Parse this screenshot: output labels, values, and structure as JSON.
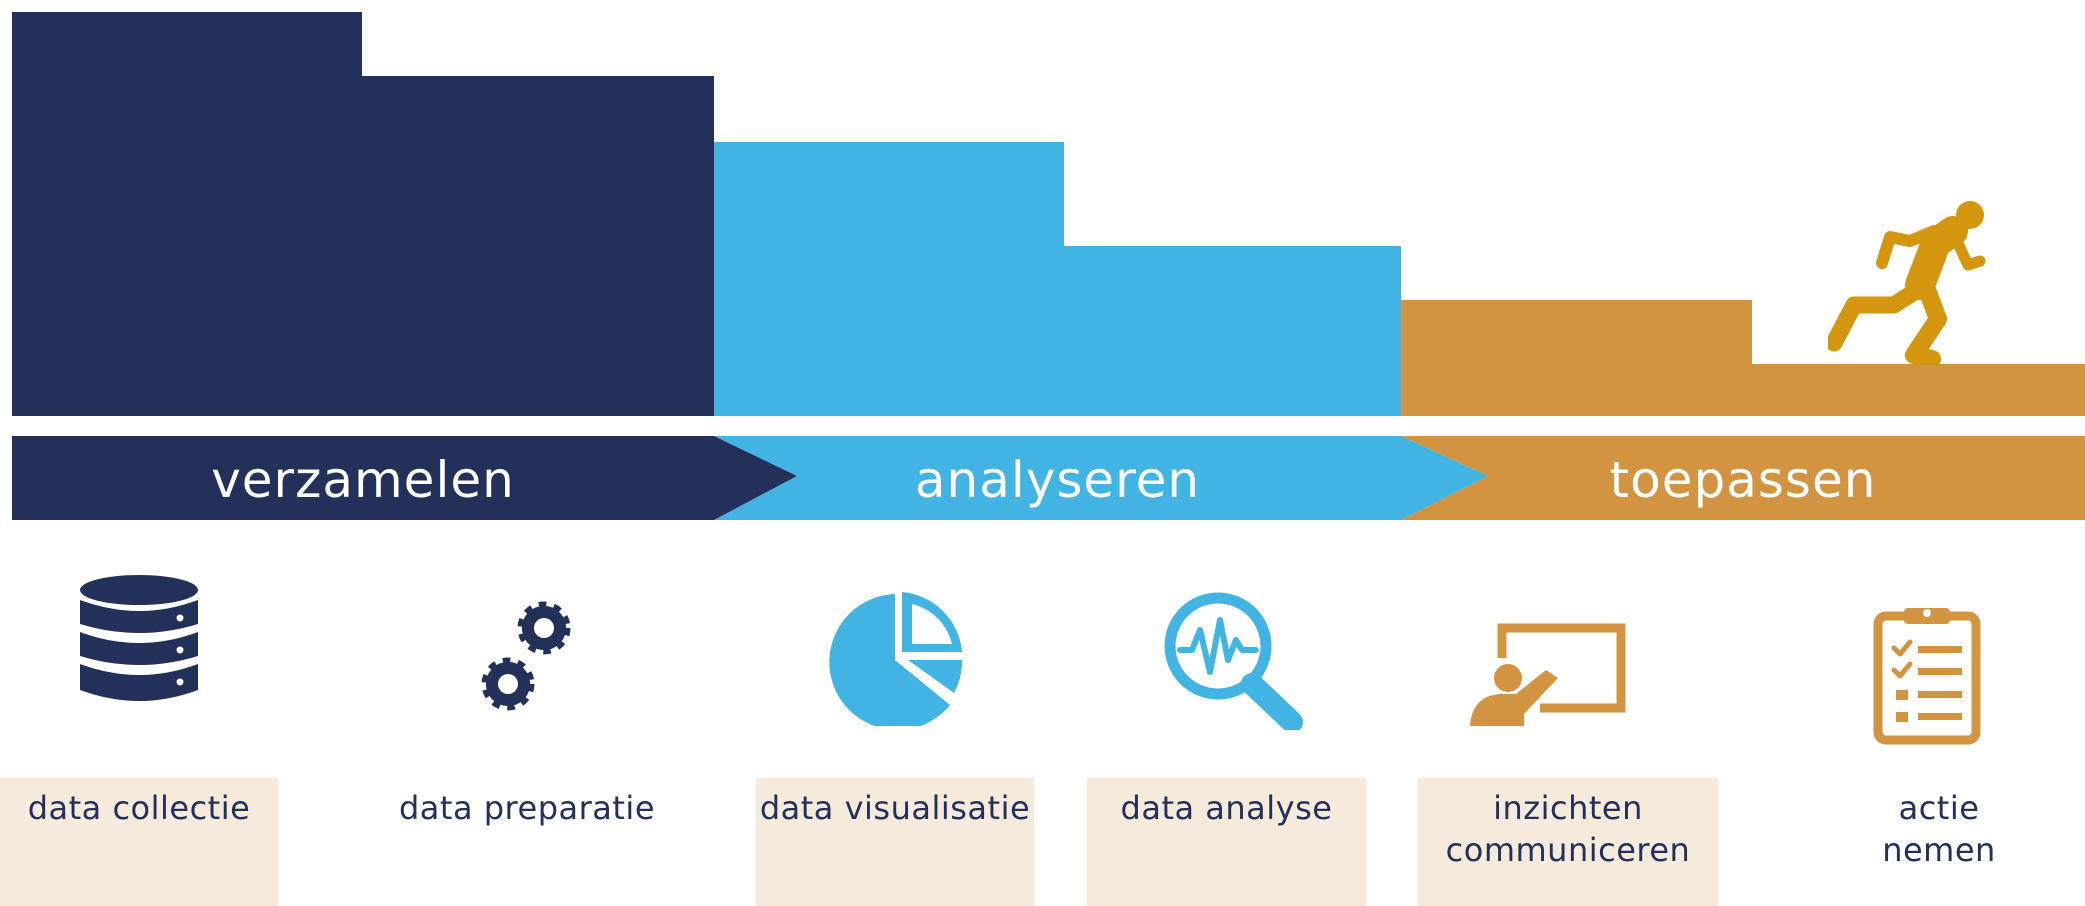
{
  "colors": {
    "navy": "#22305a",
    "blue": "#42b4e4",
    "orange": "#d29440",
    "label_bg": "#f5eadb",
    "runner": "#d4960f",
    "white": "#ffffff"
  },
  "phases": [
    {
      "id": "verzamelen",
      "label": "verzamelen",
      "color": "navy"
    },
    {
      "id": "analyseren",
      "label": "analyseren",
      "color": "blue"
    },
    {
      "id": "toepassen",
      "label": "toepassen",
      "color": "orange"
    }
  ],
  "steps": [
    {
      "id": "data-collectie",
      "label": "data collectie",
      "icon": "database-icon",
      "phase": "verzamelen",
      "highlighted": true
    },
    {
      "id": "data-preparatie",
      "label": "data preparatie",
      "icon": "gears-icon",
      "phase": "verzamelen",
      "highlighted": false
    },
    {
      "id": "data-visualisatie",
      "label": "data visualisatie",
      "icon": "pie-chart-icon",
      "phase": "analyseren",
      "highlighted": true
    },
    {
      "id": "data-analyse",
      "label": "data analyse",
      "icon": "magnifier-pulse-icon",
      "phase": "analyseren",
      "highlighted": true
    },
    {
      "id": "inzichten-communiceren",
      "label_lines": [
        "inzichten",
        "communiceren"
      ],
      "icon": "presenter-icon",
      "phase": "toepassen",
      "highlighted": true
    },
    {
      "id": "actie-nemen",
      "label_lines": [
        "actie",
        "nemen"
      ],
      "icon": "checklist-icon",
      "phase": "toepassen",
      "highlighted": false
    }
  ],
  "decoration": {
    "runner_icon": "running-man-icon"
  }
}
